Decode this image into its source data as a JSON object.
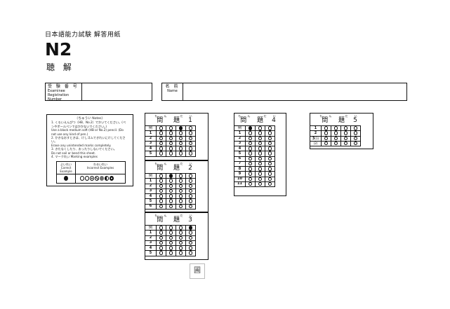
{
  "header": {
    "title": "日本語能力試験 解答用紙",
    "level": "N2",
    "section": "聴 解"
  },
  "registration": {
    "label_jp": "受 験 番 号",
    "label_en": "Examinee Registration Number"
  },
  "name_field": {
    "label_jp": "名 前",
    "label_en": "Name"
  },
  "notes": {
    "title": "〈ちゅうい Notes〉",
    "items": [
      "1. くろいえんぴつ（HB、No.2）でかいてください。(ペンやボールペンではかかないでください。)",
      "Use a black medium soft (HB or No.2) pencil. (Do not use any kind of pen.)",
      "2. かきなおすときは、けしゴムできれいにけしてください。",
      "Erase any unintended marks completely.",
      "3. きたなくしたり、おったりしないでください。",
      "Do not soil or bend this sheet.",
      "4. マークれい Marking examples"
    ],
    "correct_label_jp": "よいれい",
    "correct_label_en": "Correct Example",
    "incorrect_label_jp": "わるいれい",
    "incorrect_label_en": "Incorrect Examples"
  },
  "mondai_ruby": "もん だい",
  "mondai_word": "問 題",
  "blocks": [
    {
      "num": "1",
      "rows": [
        {
          "q": "例",
          "ex": true,
          "filled": 2
        },
        {
          "q": "1",
          "filled": -1
        },
        {
          "q": "2",
          "filled": -1
        },
        {
          "q": "3",
          "filled": -1
        },
        {
          "q": "4",
          "filled": -1
        },
        {
          "q": "5",
          "filled": -1
        }
      ]
    },
    {
      "num": "2",
      "rows": [
        {
          "q": "例",
          "ex": true,
          "filled": 1
        },
        {
          "q": "1",
          "filled": -1
        },
        {
          "q": "2",
          "filled": -1
        },
        {
          "q": "3",
          "filled": -1
        },
        {
          "q": "4",
          "filled": -1
        },
        {
          "q": "5",
          "filled": -1
        },
        {
          "q": "6",
          "filled": -1
        }
      ]
    },
    {
      "num": "3",
      "rows": [
        {
          "q": "例",
          "ex": true,
          "filled": 3
        },
        {
          "q": "1",
          "filled": -1
        },
        {
          "q": "2",
          "filled": -1
        },
        {
          "q": "3",
          "filled": -1
        },
        {
          "q": "4",
          "filled": -1
        },
        {
          "q": "5",
          "filled": -1
        }
      ]
    },
    {
      "num": "4",
      "rows": [
        {
          "q": "例",
          "ex": true,
          "filled": 0
        },
        {
          "q": "1",
          "filled": -1
        },
        {
          "q": "2",
          "filled": -1
        },
        {
          "q": "3",
          "filled": -1
        },
        {
          "q": "4",
          "filled": -1
        },
        {
          "q": "5",
          "filled": -1
        },
        {
          "q": "6",
          "filled": -1
        },
        {
          "q": "7",
          "filled": -1
        },
        {
          "q": "8",
          "filled": -1
        },
        {
          "q": "9",
          "filled": -1
        },
        {
          "q": "10",
          "filled": -1
        },
        {
          "q": "11",
          "filled": -1
        }
      ]
    },
    {
      "num": "5",
      "rows": [
        {
          "q": "1",
          "filled": -1
        },
        {
          "q": "2",
          "filled": -1
        },
        {
          "q": "3",
          "sub": "(1)",
          "filled": -1
        },
        {
          "q": "",
          "sub": "(2)",
          "filled": -1
        }
      ]
    }
  ],
  "stamp_icon": "kanji-stamp-icon"
}
